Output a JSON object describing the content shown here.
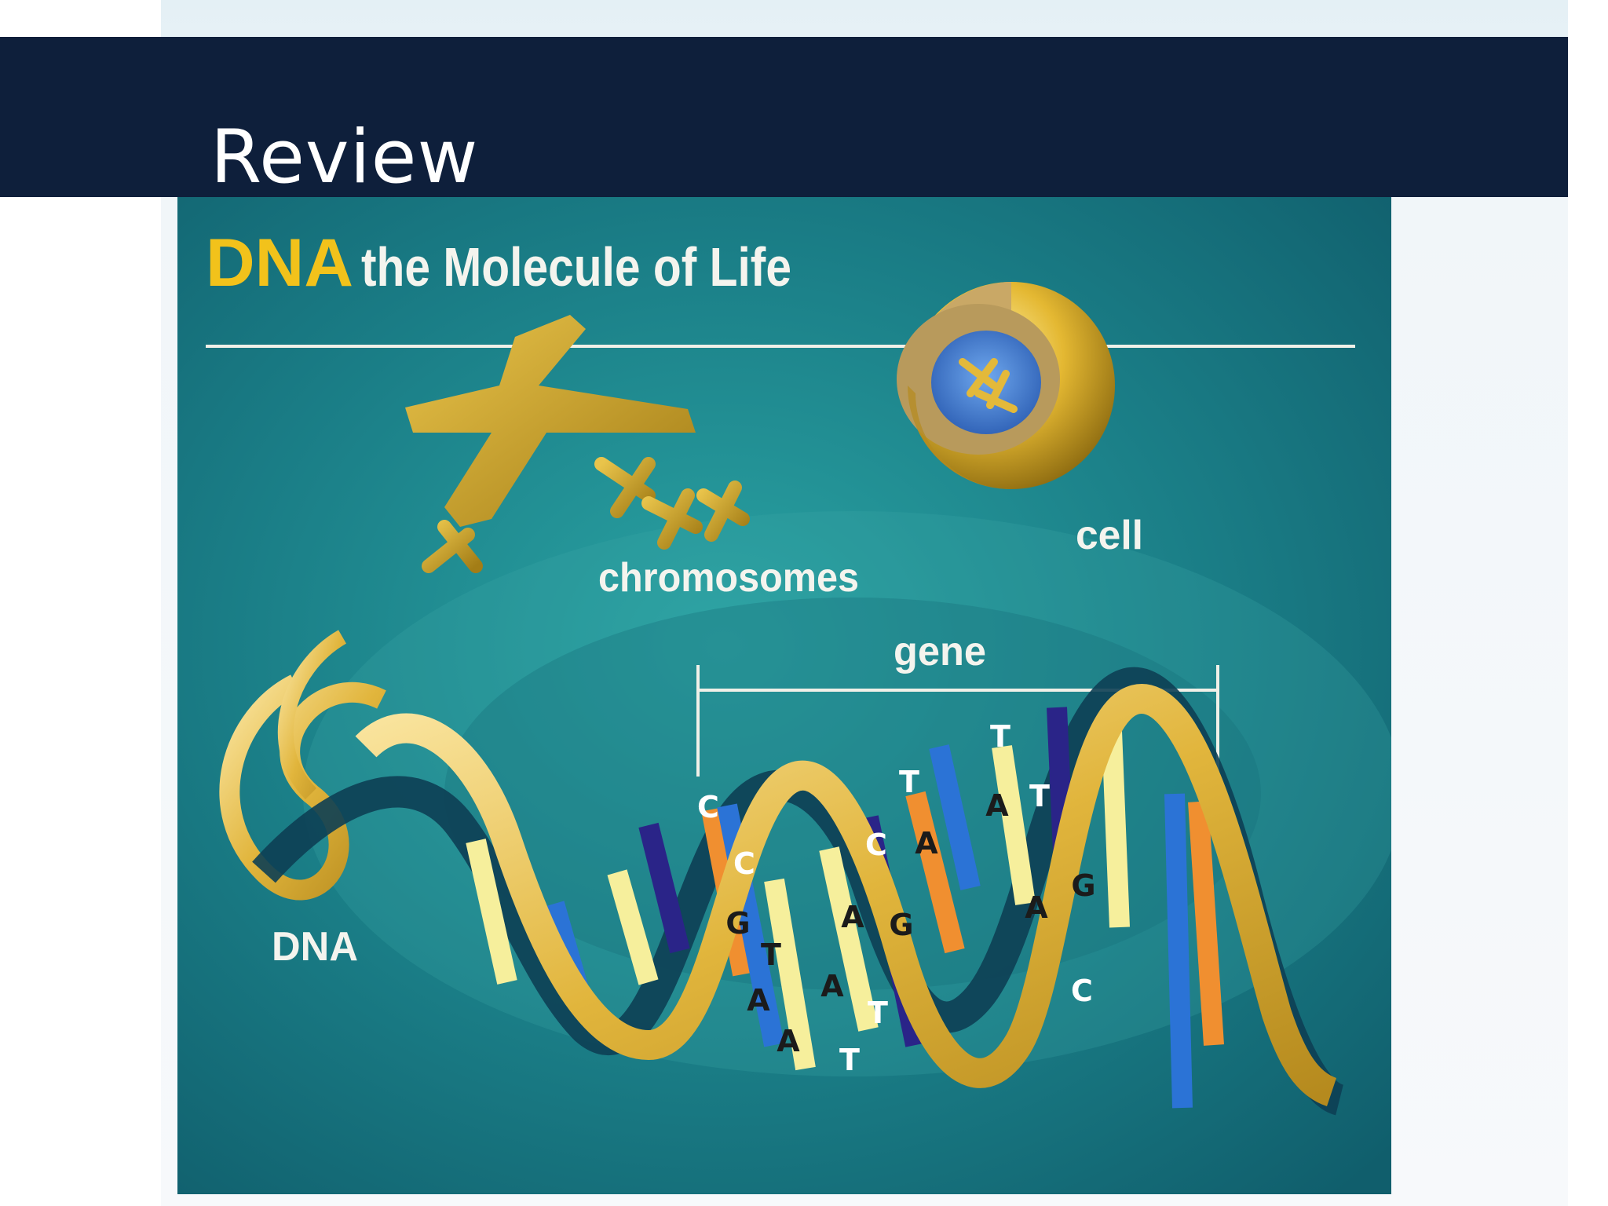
{
  "slide": {
    "title": "Review"
  },
  "illustration": {
    "heading_highlight": "DNA",
    "heading_rest": "the Molecule of Life",
    "labels": {
      "cell": "cell",
      "chromosomes": "chromosomes",
      "gene": "gene",
      "dna": "DNA"
    },
    "bases": [
      {
        "letter": "C",
        "color": "#ffffff"
      },
      {
        "letter": "C",
        "color": "#ffffff"
      },
      {
        "letter": "G",
        "color": "#1b1b1b"
      },
      {
        "letter": "T",
        "color": "#1b1b1b"
      },
      {
        "letter": "A",
        "color": "#1b1b1b"
      },
      {
        "letter": "A",
        "color": "#1b1b1b"
      },
      {
        "letter": "A",
        "color": "#1b1b1b"
      },
      {
        "letter": "T",
        "color": "#ffffff"
      },
      {
        "letter": "T",
        "color": "#ffffff"
      },
      {
        "letter": "A",
        "color": "#1b1b1b"
      },
      {
        "letter": "C",
        "color": "#ffffff"
      },
      {
        "letter": "G",
        "color": "#1b1b1b"
      },
      {
        "letter": "T",
        "color": "#ffffff"
      },
      {
        "letter": "A",
        "color": "#1b1b1b"
      },
      {
        "letter": "T",
        "color": "#ffffff"
      },
      {
        "letter": "A",
        "color": "#1b1b1b"
      },
      {
        "letter": "T",
        "color": "#ffffff"
      },
      {
        "letter": "A",
        "color": "#1b1b1b"
      },
      {
        "letter": "G",
        "color": "#1b1b1b"
      },
      {
        "letter": "C",
        "color": "#ffffff"
      }
    ],
    "colors": {
      "background": "#1a7d86",
      "gold": "#e3b93a",
      "heading_gold": "#f2c21b",
      "text_white": "#f4f4ee"
    }
  }
}
